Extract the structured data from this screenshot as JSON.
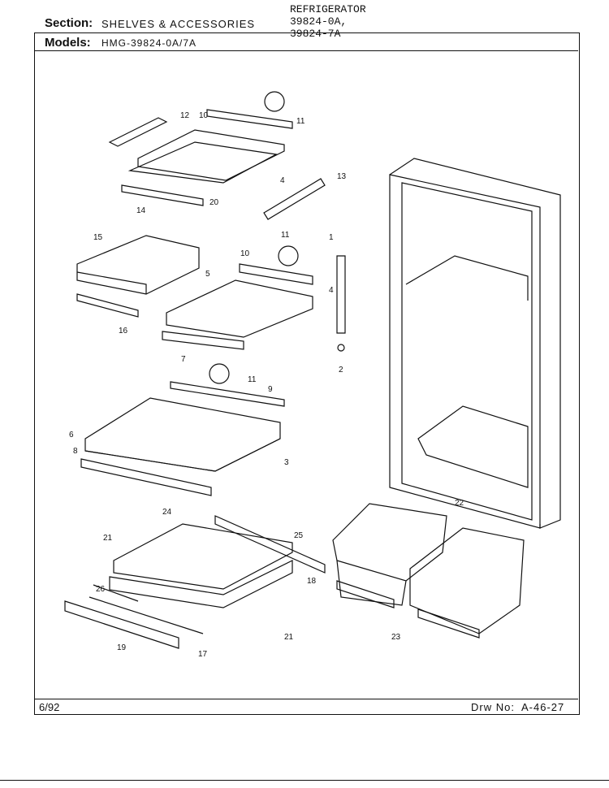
{
  "header": {
    "section_label": "Section:",
    "section_value": "SHELVES & ACCESSORIES",
    "models_label": "Models:",
    "models_value": "HMG-39824-0A/7A",
    "product_line1": "REFRIGERATOR",
    "product_line2": "39824-0A,",
    "product_line3": "39824-7A"
  },
  "footer": {
    "date": "6/92",
    "drawing_label": "Drw No:",
    "drawing_number": "A-46-27"
  },
  "callouts": [
    "12",
    "10",
    "11",
    "13",
    "4",
    "20",
    "14",
    "15",
    "11",
    "10",
    "1",
    "5",
    "4",
    "16",
    "7",
    "2",
    "11",
    "9",
    "6",
    "8",
    "3",
    "24",
    "25",
    "21",
    "18",
    "26",
    "19",
    "17",
    "21",
    "22",
    "23"
  ]
}
